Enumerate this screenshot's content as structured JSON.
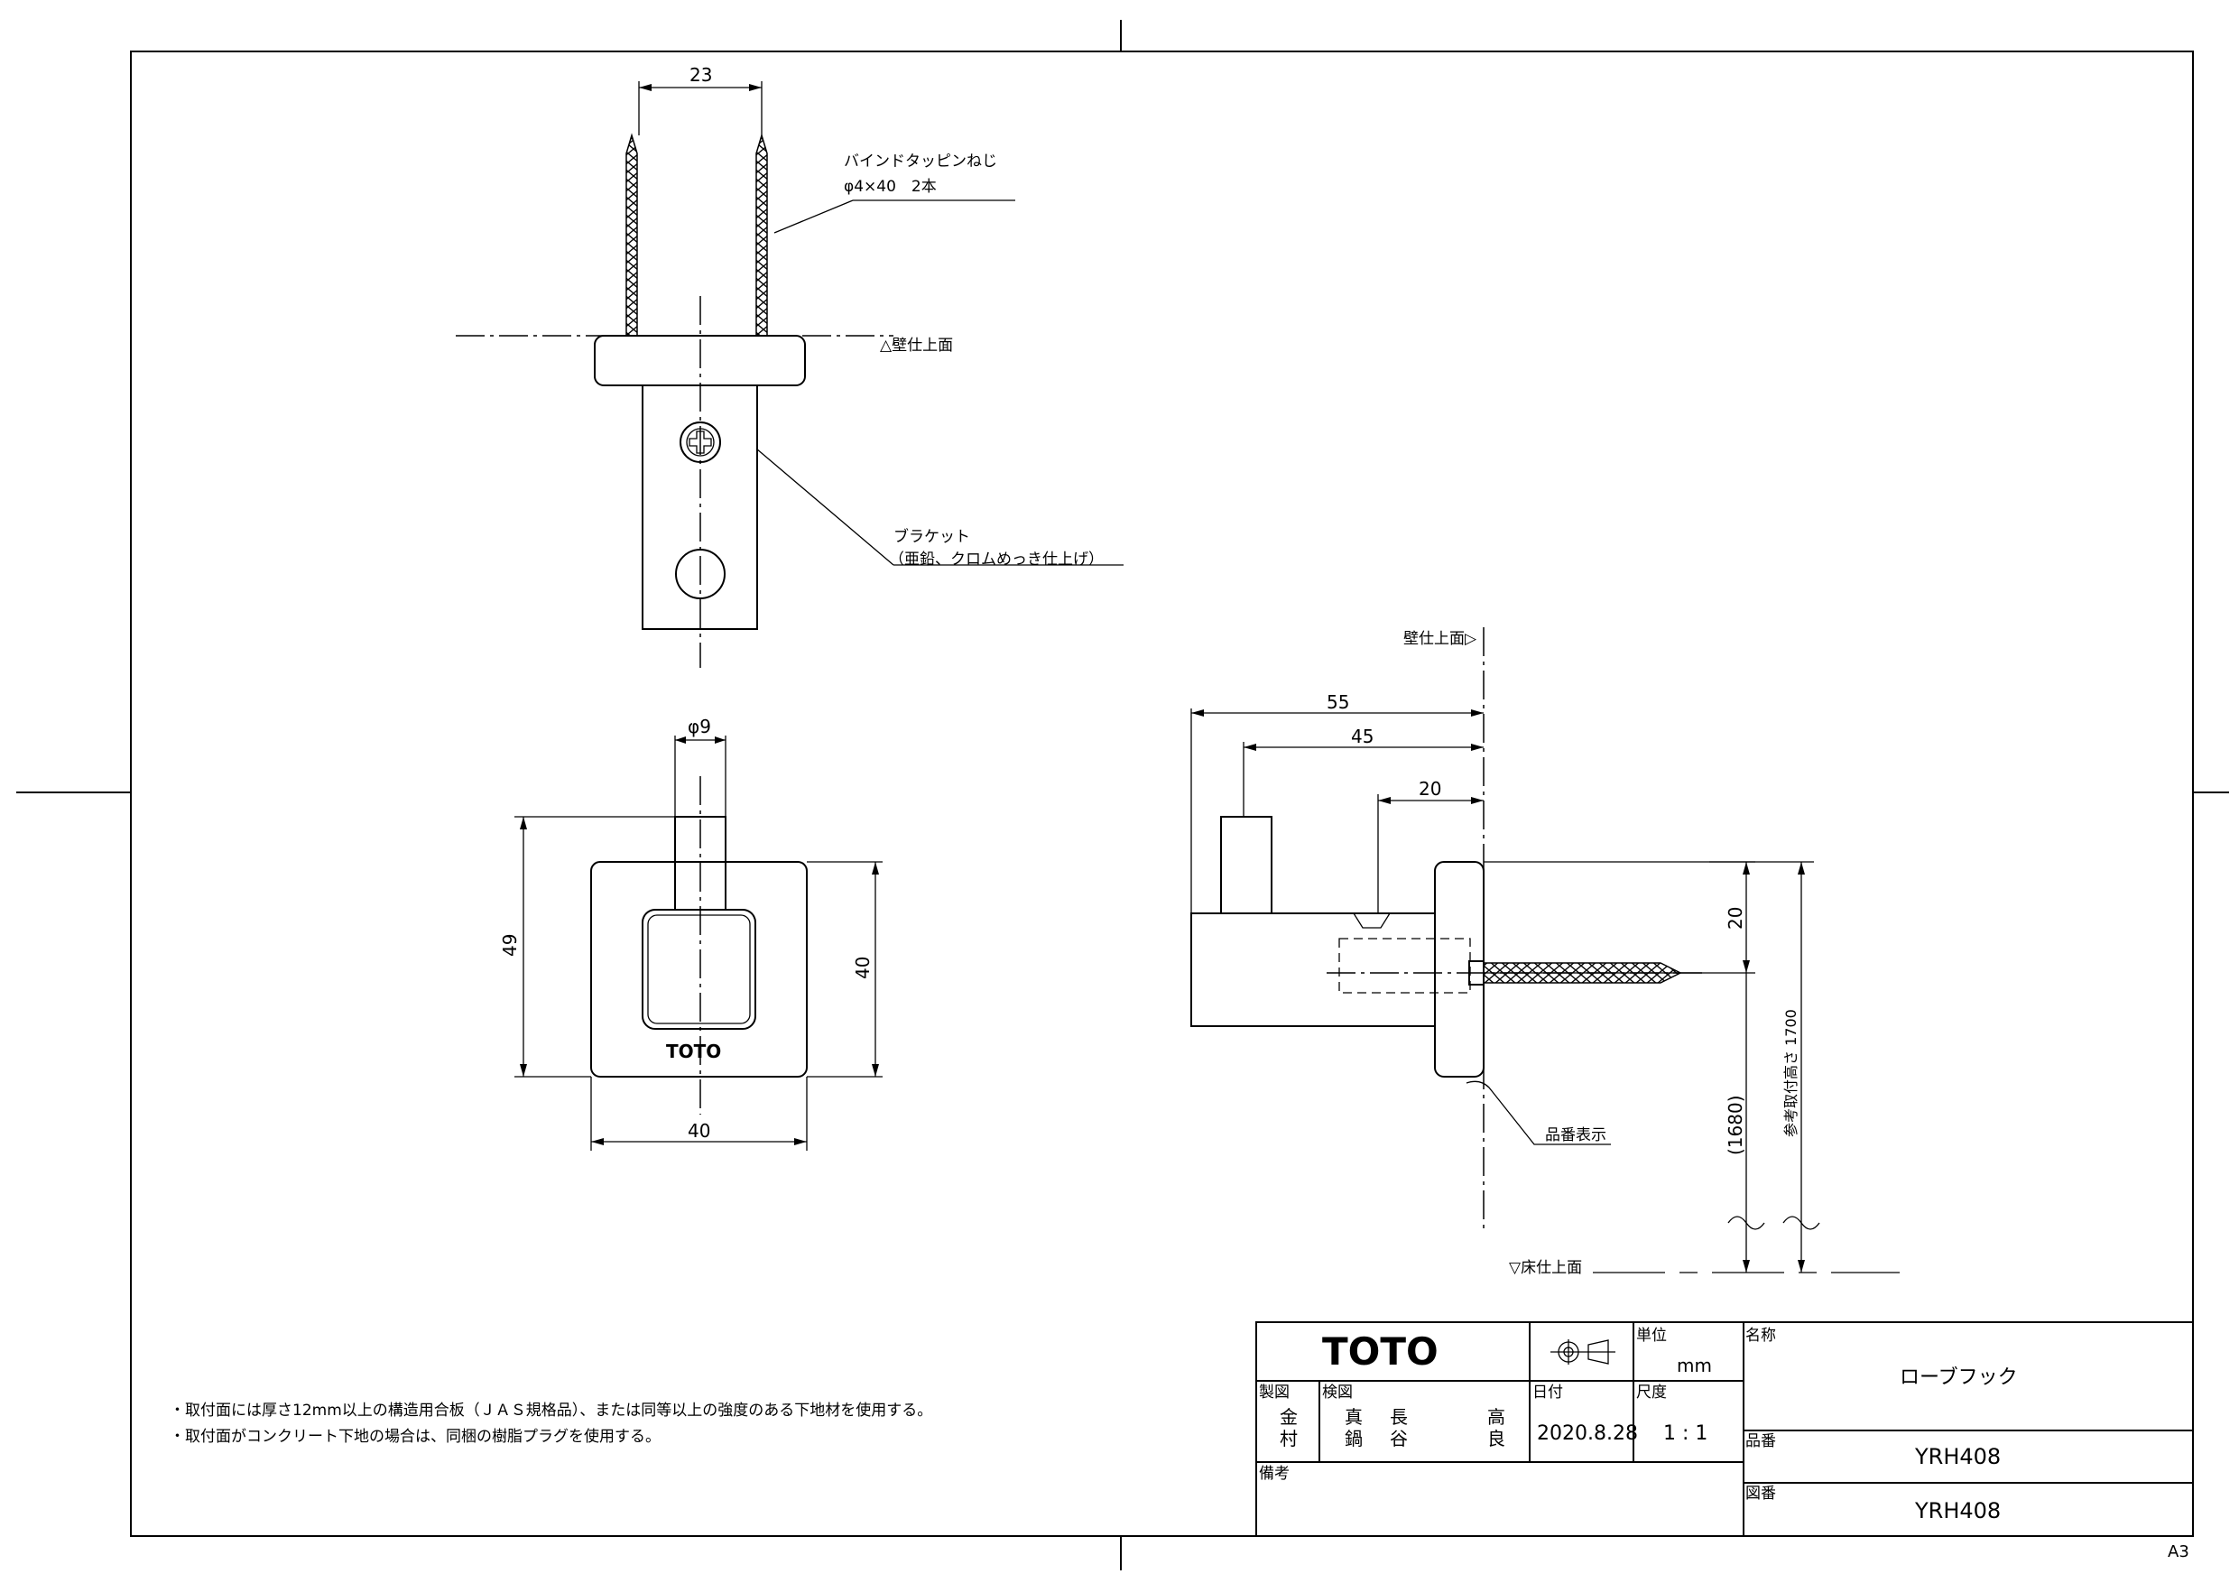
{
  "drawing": {
    "sheet_size": "A3",
    "top_view": {
      "screw_spacing": "23",
      "screw_label_1": "バインドタッピンねじ",
      "screw_label_2": "φ4×40　2本",
      "wall_label": "△壁仕上面",
      "bracket_label_1": "ブラケット",
      "bracket_label_2": "（亜鉛、クロムめっき仕上げ）"
    },
    "front_view": {
      "dia": "φ9",
      "height_total": "49",
      "height_plate": "40",
      "width_plate": "40",
      "logo": "TOTO"
    },
    "side_view": {
      "wall_label": "壁仕上面▷",
      "depth_total": "55",
      "depth_hook": "45",
      "depth_screw": "20",
      "screw_height": "20",
      "height_floor": "(1680)",
      "mount_height": "参考取付高さ 1700",
      "model_label": "品番表示",
      "floor_label": "▽床仕上面"
    },
    "notes": [
      "・取付面には厚さ12mm以上の構造用合板（ＪＡＳ規格品）、または同等以上の強度のある下地材を使用する。",
      "・取付面がコンクリート下地の場合は、同梱の樹脂プラグを使用する。"
    ]
  },
  "title_block": {
    "company": "TOTO",
    "unit_label": "単位",
    "unit_value": "mm",
    "name_label": "名称",
    "name_value": "ローブフック",
    "made_label": "製図",
    "made_name_1": "金",
    "made_name_2": "村",
    "check_label": "検図",
    "check_names": [
      "真",
      "長",
      "鍋",
      "谷",
      "高",
      "良"
    ],
    "date_label": "日付",
    "date_value": "2020.8.28",
    "scale_label": "尺度",
    "scale_value": "1 : 1",
    "part_label": "品番",
    "part_value": "YRH408",
    "drawing_label": "図番",
    "drawing_value": "YRH408",
    "remarks_label": "備考"
  }
}
